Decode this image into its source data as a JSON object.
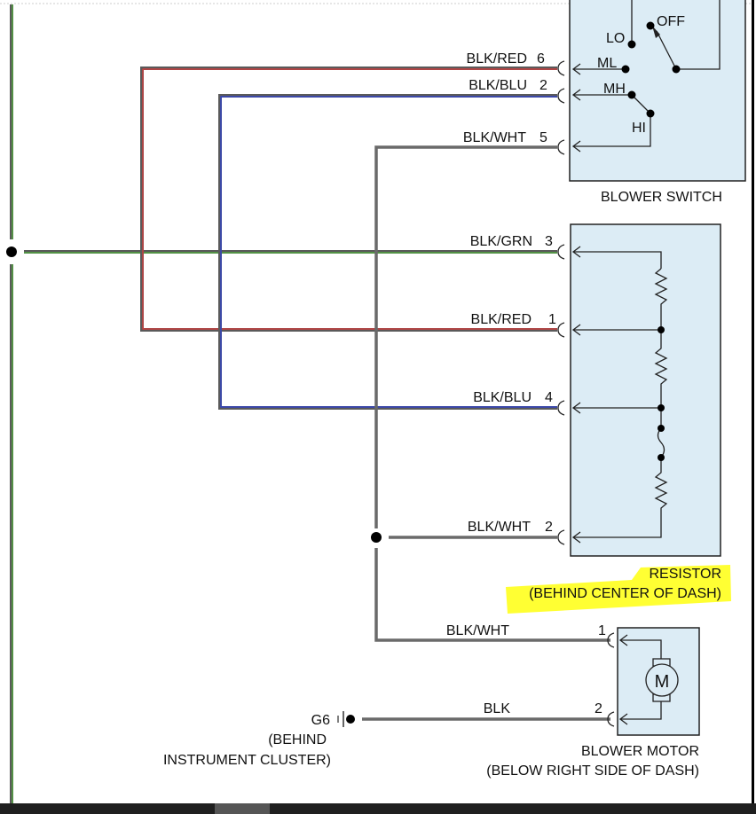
{
  "diagram": {
    "colors": {
      "wire_base": "#5a5a5a",
      "red_stripe": "#e23a3a",
      "blue_stripe": "#2a3fd8",
      "green_stripe": "#4fb33a",
      "component_fill": "#dcecf5",
      "highlight": "#ffff33"
    },
    "blower_switch": {
      "name": "BLOWER SWITCH",
      "positions": [
        "OFF",
        "LO",
        "ML",
        "MH",
        "HI"
      ],
      "pins": [
        {
          "wire": "BLK/RED",
          "pin": "6"
        },
        {
          "wire": "BLK/BLU",
          "pin": "2"
        },
        {
          "wire": "BLK/WHT",
          "pin": "5"
        }
      ]
    },
    "resistor": {
      "name": "RESISTOR",
      "location": "(BEHIND CENTER OF DASH)",
      "pins": [
        {
          "wire": "BLK/GRN",
          "pin": "3"
        },
        {
          "wire": "BLK/RED",
          "pin": "1"
        },
        {
          "wire": "BLK/BLU",
          "pin": "4"
        },
        {
          "wire": "BLK/WHT",
          "pin": "2"
        }
      ]
    },
    "blower_motor": {
      "name": "BLOWER MOTOR",
      "location": "(BELOW RIGHT SIDE OF DASH)",
      "symbol": "M",
      "pins": [
        {
          "wire": "BLK/WHT",
          "pin": "1"
        },
        {
          "wire": "BLK",
          "pin": "2"
        }
      ]
    },
    "ground": {
      "id": "G6",
      "location_line1": "(BEHIND",
      "location_line2": "INSTRUMENT CLUSTER)"
    }
  }
}
